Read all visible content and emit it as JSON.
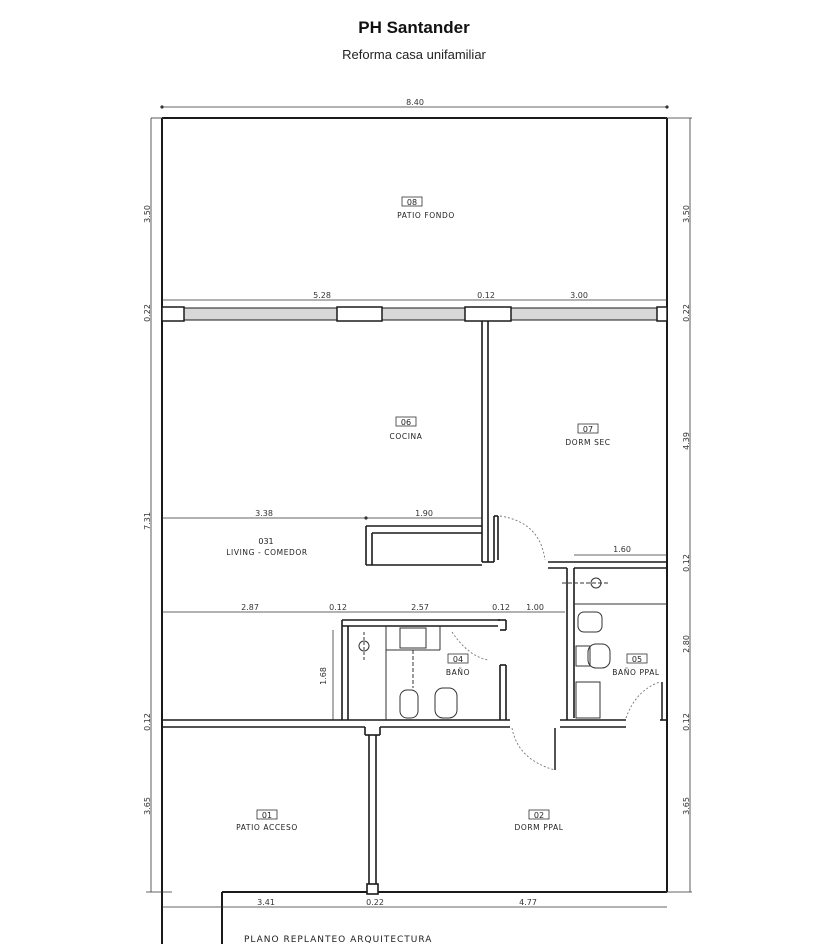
{
  "header": {
    "title": "PH Santander",
    "subtitle": "Reforma casa unifamiliar"
  },
  "plan": {
    "caption": "PLANO REPLANTEO ARQUITECTURA",
    "rooms": [
      {
        "code": "01",
        "name": "PATIO ACCESO"
      },
      {
        "code": "02",
        "name": "DORM PPAL"
      },
      {
        "code": "031",
        "name": "LIVING - COMEDOR"
      },
      {
        "code": "04",
        "name": "BAÑO"
      },
      {
        "code": "05",
        "name": "BAÑO PPAL"
      },
      {
        "code": "06",
        "name": "COCINA"
      },
      {
        "code": "07",
        "name": "DORM SEC"
      },
      {
        "code": "08",
        "name": "PATIO FONDO"
      }
    ],
    "dimensions": {
      "top_total": "8.40",
      "left_patio_fondo": "3.50",
      "right_patio_fondo": "3.50",
      "left_wall_top": "0.22",
      "right_wall_top": "0.22",
      "wall_row1_a": "5.28",
      "wall_row1_b": "0.12",
      "wall_row1_c": "3.00",
      "right_dorm_sec": "4.39",
      "left_living": "7.31",
      "cocina_a": "3.38",
      "cocina_b": "1.90",
      "bano_ppal_width": "1.60",
      "right_wall_mid": "0.12",
      "row2_a": "2.87",
      "row2_b": "0.12",
      "row2_c": "2.57",
      "row2_d": "0.12",
      "row2_e": "1.00",
      "bano_height": "1.68",
      "right_bano_ppal": "2.80",
      "left_wall_low": "0.12",
      "right_wall_low": "0.12",
      "left_patio_acceso": "3.65",
      "right_dorm_ppal": "3.65",
      "bottom_a": "3.41",
      "bottom_b": "0.22",
      "bottom_c": "4.77"
    }
  }
}
